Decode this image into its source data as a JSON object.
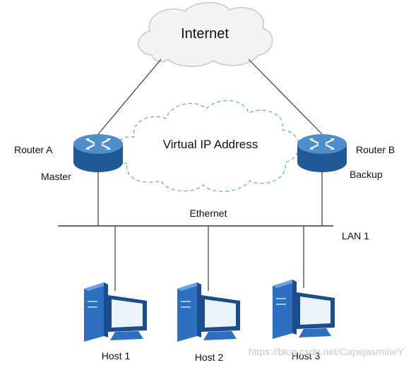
{
  "cloud": {
    "label": "Internet"
  },
  "virtual": {
    "label": "Virtual IP Address"
  },
  "routers": [
    {
      "name": "Router A",
      "role": "Master"
    },
    {
      "name": "Router B",
      "role": "Backup"
    }
  ],
  "ethernet": {
    "label": "Ethernet"
  },
  "lan": {
    "label": "LAN 1"
  },
  "hosts": [
    {
      "label": "Host 1"
    },
    {
      "label": "Host 2"
    },
    {
      "label": "Host 3"
    }
  ],
  "watermark": "https://blog.csdn.net/CapejasmineY",
  "colors": {
    "router_body": "#1f5a97",
    "router_top": "#4d8fcc",
    "cloud_fill": "#f3f3f3",
    "cloud_stroke": "#c8c8c8",
    "virtual_stroke": "#62b5ae",
    "line": "#3a3a3a",
    "pc_blue": "#2e6fc0",
    "pc_dark": "#1b4c8e",
    "screen": "#eaf2fb"
  }
}
